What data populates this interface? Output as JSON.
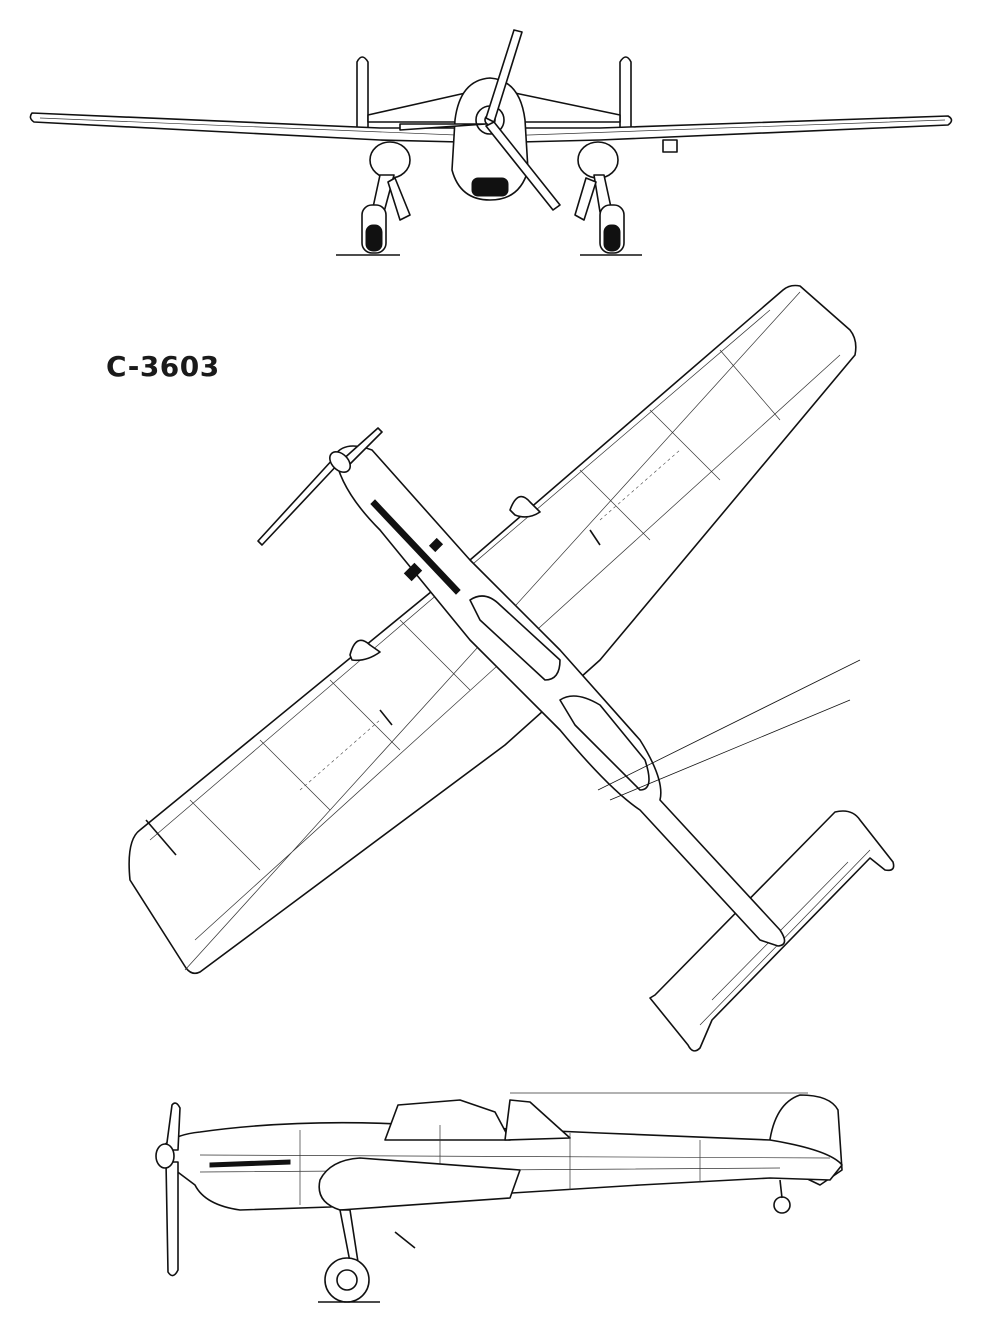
{
  "drawing": {
    "designation": "C-3603",
    "views": [
      "front",
      "top",
      "side"
    ],
    "line_color": "#111111",
    "background": "#ffffff"
  }
}
